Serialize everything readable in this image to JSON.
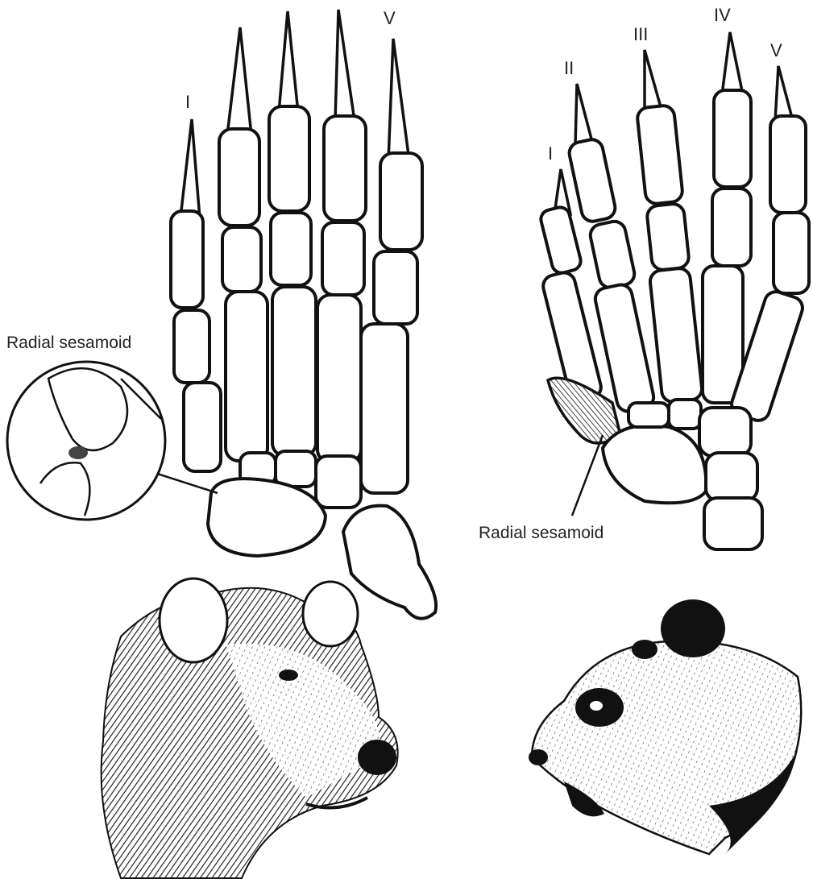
{
  "figure": {
    "left_panel": {
      "digit_labels": [
        "I",
        "V"
      ],
      "callout_label": "Radial sesamoid"
    },
    "right_panel": {
      "digit_labels": [
        "I",
        "II",
        "III",
        "IV",
        "V"
      ],
      "callout_label": "Radial sesamoid"
    },
    "colors": {
      "ink": "#111111",
      "paper": "#ffffff"
    }
  }
}
